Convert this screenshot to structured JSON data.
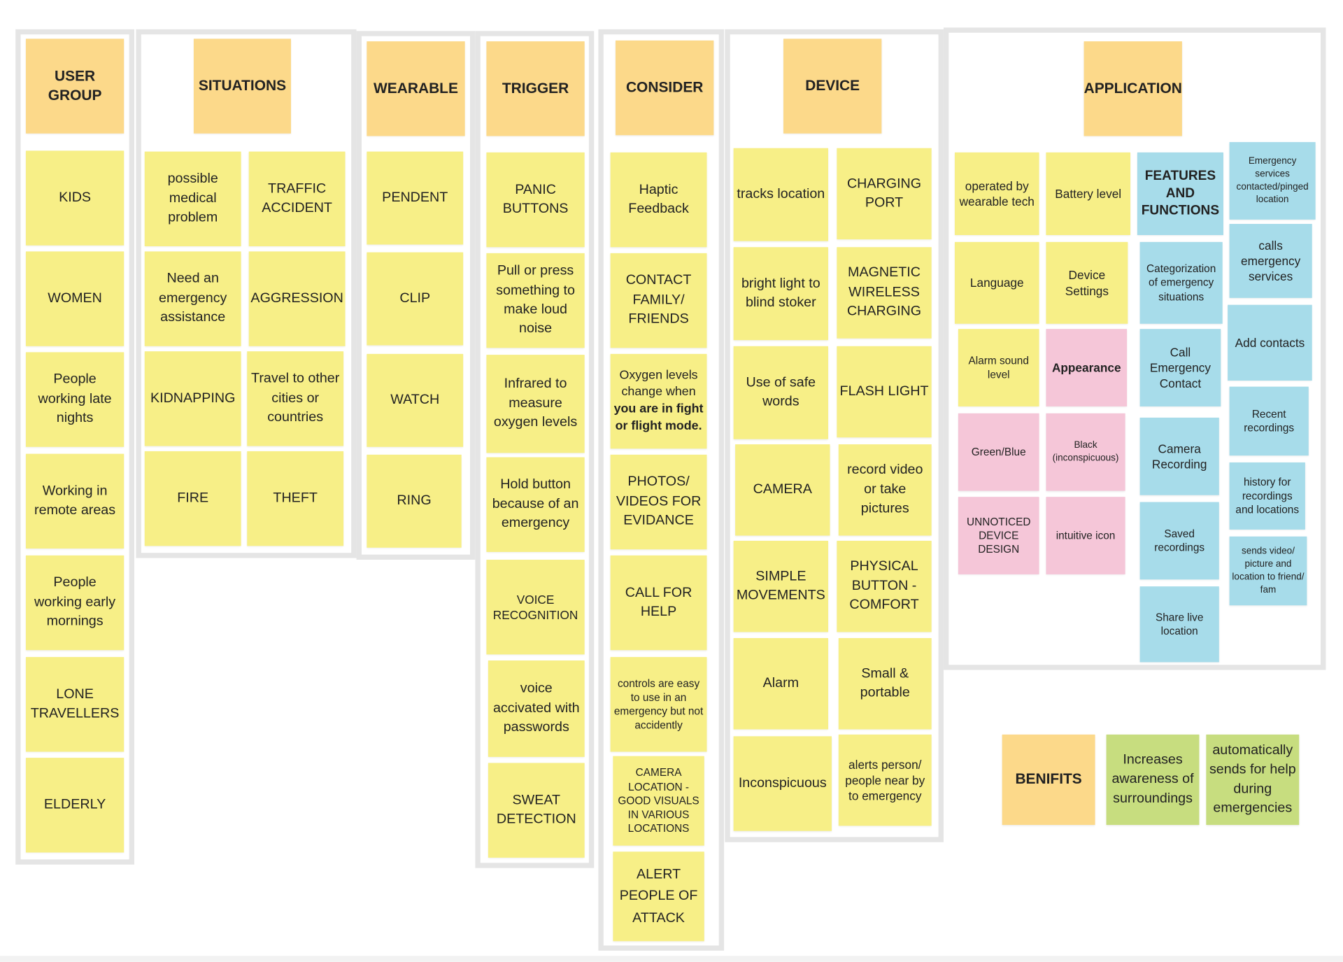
{
  "board": {
    "user_group": {
      "header": "USER GROUP",
      "notes": [
        "KIDS",
        "WOMEN",
        "People working late nights",
        "Working in remote areas",
        "People working early mornings",
        "LONE TRAVELLERS",
        "ELDERLY"
      ]
    },
    "situations": {
      "header": "SITUATIONS",
      "notes": [
        "possible medical problem",
        "TRAFFIC ACCIDENT",
        "Need an emergency assistance",
        "AGGRESSION",
        "KIDNAPPING",
        "Travel to other cities or countries",
        "FIRE",
        "THEFT"
      ]
    },
    "wearable": {
      "header": "WEARABLE",
      "notes": [
        "PENDENT",
        "CLIP",
        "WATCH",
        "RING"
      ]
    },
    "trigger": {
      "header": "TRIGGER",
      "notes": [
        "PANIC BUTTONS",
        "Pull or press something to make loud noise",
        "Infrared to measure oxygen levels",
        "Hold button because of an emergency",
        "VOICE RECOGNITION",
        "voice accivated with passwords",
        "SWEAT DETECTION"
      ]
    },
    "consider": {
      "header": "CONSIDER",
      "notes": [
        "Haptic Feedback",
        "CONTACT FAMILY/ FRIENDS",
        "Oxygen levels change when",
        "you are in fight or flight mode.",
        "PHOTOS/ VIDEOS FOR EVIDANCE",
        "CALL FOR HELP",
        "controls are easy to use in an emergency but not accidently",
        "CAMERA LOCATION - GOOD VISUALS IN VARIOUS LOCATIONS",
        "ALERT PEOPLE OF ATTACK"
      ]
    },
    "device": {
      "header": "DEVICE",
      "notes": [
        "tracks location",
        "CHARGING PORT",
        "bright light to blind stoker",
        "MAGNETIC WIRELESS CHARGING",
        "Use of safe words",
        "FLASH LIGHT",
        "CAMERA",
        "record video or take pictures",
        "SIMPLE MOVEMENTS",
        "PHYSICAL BUTTON - COMFORT",
        "Alarm",
        "Small & portable",
        "Inconspicuous",
        "alerts person/ people near by to emergency"
      ]
    },
    "application": {
      "header": "APPLICATION",
      "notes": [
        "operated by wearable tech",
        "Battery level",
        "FEATURES AND FUNCTIONS",
        "Emergency services contacted/pinged location",
        "Language",
        "Device Settings",
        "Categorization of emergency situations",
        "calls emergency services",
        "Alarm sound level",
        "Appearance",
        "Call Emergency Contact",
        "Add contacts",
        "Green/Blue",
        "Black (inconspicuous)",
        "Camera Recording",
        "Recent recordings",
        "UNNOTICED DEVICE DESIGN",
        "intuitive icon",
        "Saved recordings",
        "history for recordings and locations",
        "sends video/ picture and location to friend/ fam",
        "Share live location"
      ]
    },
    "benefits": {
      "header": "BENIFITS",
      "notes": [
        "Increases awareness of surroundings",
        "automatically sends for help during emergencies"
      ]
    }
  },
  "colors": {
    "header": "#fcd98a",
    "yellow": "#f7ef87",
    "pink": "#f5c6d8",
    "blue": "#a7dcea",
    "green": "#c7dd7f",
    "panel_border": "#e5e5e5"
  }
}
